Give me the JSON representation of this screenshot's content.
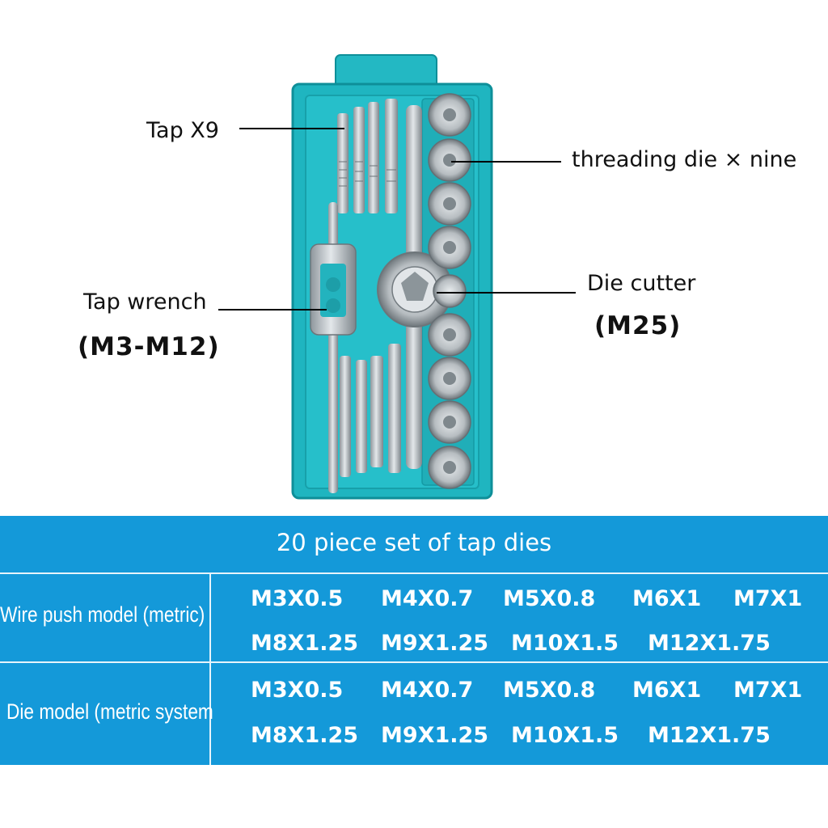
{
  "callouts": {
    "tap": "Tap X9",
    "die": "threading die × nine",
    "wrench": "Tap wrench",
    "wrench_range": "(M3-M12)",
    "die_cutter": "Die cutter",
    "die_cutter_size": "(M25)"
  },
  "table": {
    "title": "20 piece set of tap dies",
    "rows": [
      {
        "label": "Wire push model (metric)",
        "sizes": [
          "M3X0.5",
          "M4X0.7",
          "M5X0.8",
          "M6X1",
          "M7X1",
          "M8X1.25",
          "M9X1.25",
          "M10X1.5",
          "M12X1.75"
        ]
      },
      {
        "label": "Die model (metric system",
        "sizes": [
          "M3X0.5",
          "M4X0.7",
          "M5X0.8",
          "M6X1",
          "M7X1",
          "M8X1.25",
          "M9X1.25",
          "M10X1.5",
          "M12X1.75"
        ]
      }
    ]
  },
  "colors": {
    "case": "#1fb5c0",
    "case_dark": "#0e8f99",
    "metal": "#c9ced2",
    "table_bg": "#1499d9"
  }
}
